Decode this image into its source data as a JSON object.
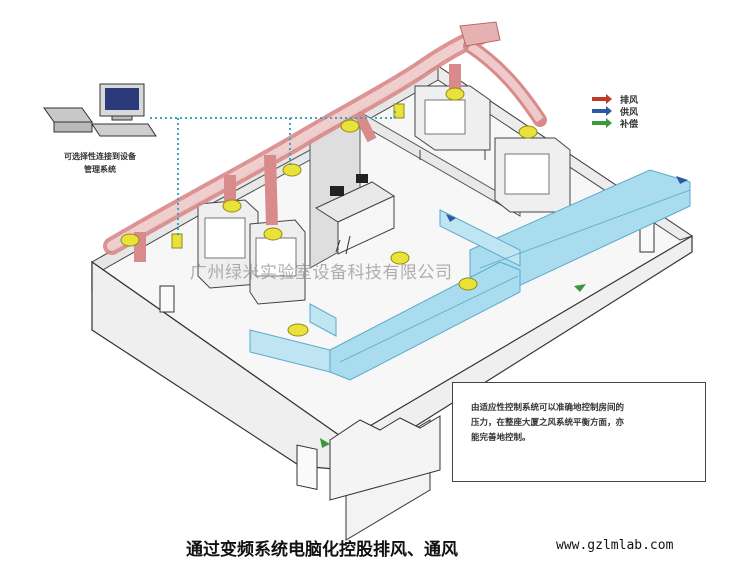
{
  "labels": {
    "computer": [
      "可选择性连接到设备",
      "管理系统"
    ],
    "watermark": "广州绿米实验室设备科技有限公司",
    "note": [
      "由适应性控制系统可以准确地控制房间的",
      "压力，在整座大厦之风系统平衡方面，亦",
      "能完善地控制。"
    ],
    "caption": "通过变频系统电脑化控股排风、通风",
    "url": "www.gzlmlab.com"
  },
  "legend": [
    {
      "label": "排风",
      "color": "#c0392b",
      "icon": "exhaust-arrow-icon"
    },
    {
      "label": "供风",
      "color": "#2c5aa0",
      "icon": "supply-arrow-icon"
    },
    {
      "label": "补偿",
      "color": "#3a9a3a",
      "icon": "makeup-arrow-icon"
    }
  ],
  "colors": {
    "wall": "#f2f2f2",
    "wall_stroke": "#333333",
    "exhaust_duct": "#d98a8a",
    "supply_duct": "#9fd4ea",
    "controller": "#e8e23a",
    "network_line": "#3aa6b8"
  }
}
